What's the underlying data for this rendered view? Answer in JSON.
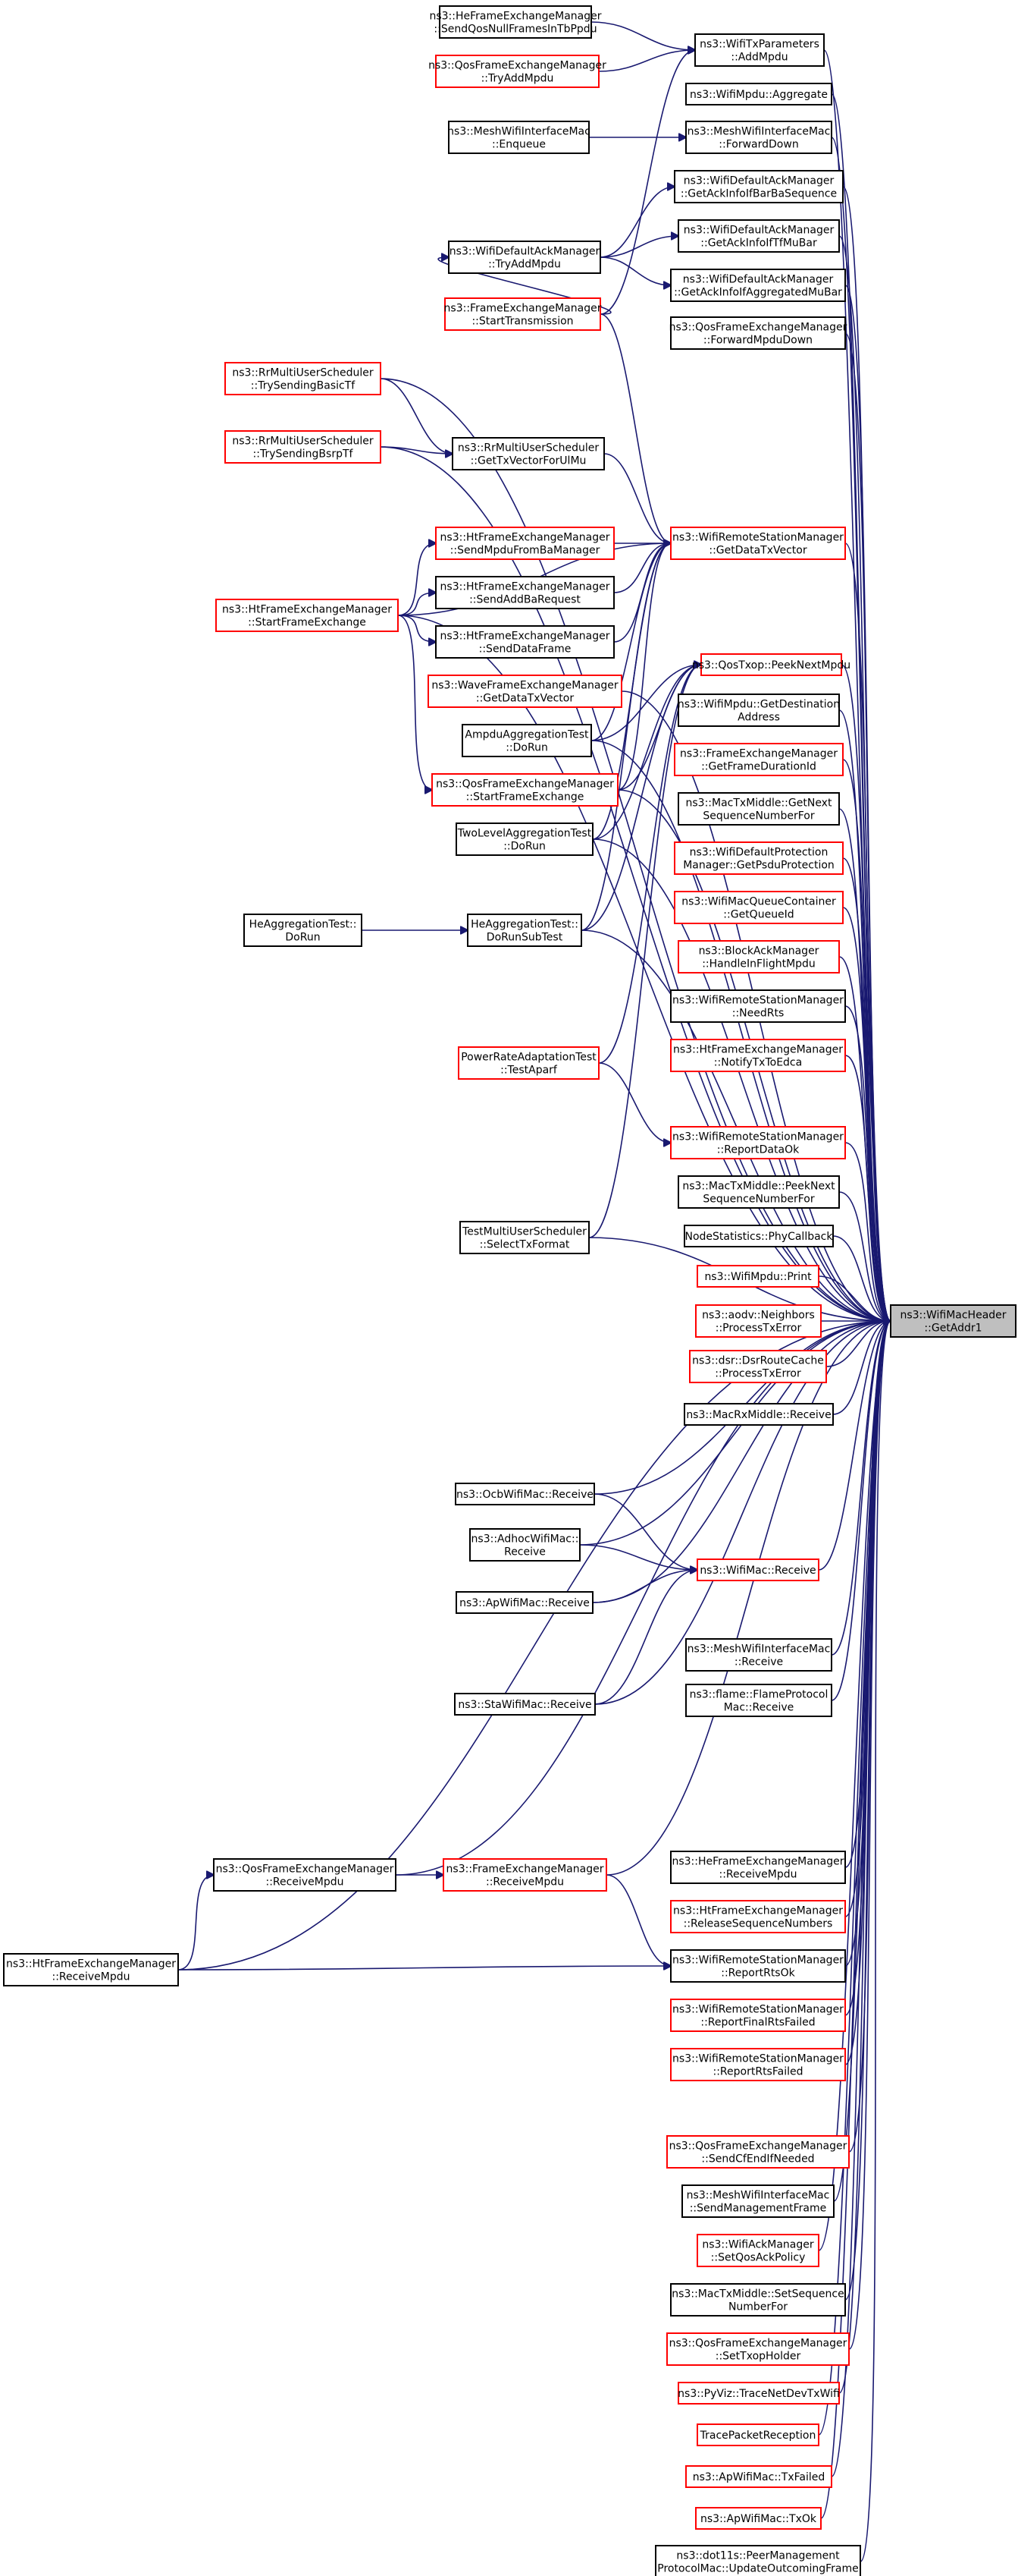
{
  "diagram": {
    "root": "ns3::WifiMacHeader::GetAddr1",
    "colors": {
      "edge": "#191970",
      "documented_border": "#000000",
      "undocumented_border": "#ff0000",
      "root_fill": "#bfbfbf"
    },
    "nodes": [
      {
        "id": "n1",
        "lines": [
          "ns3::HeFrameExchangeManager",
          "::SendQosNullFramesInTbPpdu"
        ],
        "border": "black"
      },
      {
        "id": "n2",
        "lines": [
          "ns3::WifiTxParameters",
          "::AddMpdu"
        ],
        "border": "black"
      },
      {
        "id": "n3",
        "lines": [
          "ns3::QosFrameExchangeManager",
          "::TryAddMpdu"
        ],
        "border": "red"
      },
      {
        "id": "n4",
        "lines": [
          "ns3::WifiMpdu::Aggregate"
        ],
        "border": "black"
      },
      {
        "id": "n5",
        "lines": [
          "ns3::MeshWifiInterfaceMac",
          "::Enqueue"
        ],
        "border": "black"
      },
      {
        "id": "n6",
        "lines": [
          "ns3::MeshWifiInterfaceMac",
          "::ForwardDown"
        ],
        "border": "black"
      },
      {
        "id": "n7",
        "lines": [
          "ns3::WifiDefaultAckManager",
          "::GetAckInfoIfBarBaSequence"
        ],
        "border": "black"
      },
      {
        "id": "n8",
        "lines": [
          "ns3::WifiDefaultAckManager",
          "::TryAddMpdu"
        ],
        "border": "black"
      },
      {
        "id": "n9",
        "lines": [
          "ns3::WifiDefaultAckManager",
          "::GetAckInfoIfTfMuBar"
        ],
        "border": "black"
      },
      {
        "id": "n10",
        "lines": [
          "ns3::WifiDefaultAckManager",
          "::GetAckInfoIfAggregatedMuBar"
        ],
        "border": "black"
      },
      {
        "id": "n11",
        "lines": [
          "ns3::FrameExchangeManager",
          "::StartTransmission"
        ],
        "border": "red"
      },
      {
        "id": "n12",
        "lines": [
          "ns3::QosFrameExchangeManager",
          "::ForwardMpduDown"
        ],
        "border": "black"
      },
      {
        "id": "n13",
        "lines": [
          "ns3::RrMultiUserScheduler",
          "::TrySendingBasicTf"
        ],
        "border": "red"
      },
      {
        "id": "n14",
        "lines": [
          "ns3::RrMultiUserScheduler",
          "::TrySendingBsrpTf"
        ],
        "border": "red"
      },
      {
        "id": "n15",
        "lines": [
          "ns3::RrMultiUserScheduler",
          "::GetTxVectorForUlMu"
        ],
        "border": "black"
      },
      {
        "id": "n16",
        "lines": [
          "ns3::HtFrameExchangeManager",
          "::SendMpduFromBaManager"
        ],
        "border": "red"
      },
      {
        "id": "n17",
        "lines": [
          "ns3::WifiRemoteStationManager",
          "::GetDataTxVector"
        ],
        "border": "red"
      },
      {
        "id": "n18",
        "lines": [
          "ns3::HtFrameExchangeManager",
          "::SendAddBaRequest"
        ],
        "border": "black"
      },
      {
        "id": "n19",
        "lines": [
          "ns3::HtFrameExchangeManager",
          "::StartFrameExchange"
        ],
        "border": "red"
      },
      {
        "id": "n20",
        "lines": [
          "ns3::HtFrameExchangeManager",
          "::SendDataFrame"
        ],
        "border": "black"
      },
      {
        "id": "n21",
        "lines": [
          "ns3::QosTxop::PeekNextMpdu"
        ],
        "border": "red"
      },
      {
        "id": "n22",
        "lines": [
          "ns3::WaveFrameExchangeManager",
          "::GetDataTxVector"
        ],
        "border": "red"
      },
      {
        "id": "n23",
        "lines": [
          "ns3::WifiMpdu::GetDestination",
          "Address"
        ],
        "border": "black"
      },
      {
        "id": "n24",
        "lines": [
          "AmpduAggregationTest",
          "::DoRun"
        ],
        "border": "black"
      },
      {
        "id": "n25",
        "lines": [
          "ns3::FrameExchangeManager",
          "::GetFrameDurationId"
        ],
        "border": "red"
      },
      {
        "id": "n26",
        "lines": [
          "ns3::QosFrameExchangeManager",
          "::StartFrameExchange"
        ],
        "border": "red"
      },
      {
        "id": "n27",
        "lines": [
          "ns3::MacTxMiddle::GetNext",
          "SequenceNumberFor"
        ],
        "border": "black"
      },
      {
        "id": "n28",
        "lines": [
          "TwoLevelAggregationTest",
          "::DoRun"
        ],
        "border": "black"
      },
      {
        "id": "n29",
        "lines": [
          "ns3::WifiDefaultProtection",
          "Manager::GetPsduProtection"
        ],
        "border": "red"
      },
      {
        "id": "n30",
        "lines": [
          "ns3::WifiMacQueueContainer",
          "::GetQueueId"
        ],
        "border": "red"
      },
      {
        "id": "n31",
        "lines": [
          "HeAggregationTest::",
          "DoRun"
        ],
        "border": "black"
      },
      {
        "id": "n32",
        "lines": [
          "HeAggregationTest::",
          "DoRunSubTest"
        ],
        "border": "black"
      },
      {
        "id": "n33",
        "lines": [
          "ns3::BlockAckManager",
          "::HandleInFlightMpdu"
        ],
        "border": "red"
      },
      {
        "id": "n34",
        "lines": [
          "ns3::WifiRemoteStationManager",
          "::NeedRts"
        ],
        "border": "black"
      },
      {
        "id": "n35",
        "lines": [
          "PowerRateAdaptationTest",
          "::TestAparf"
        ],
        "border": "red"
      },
      {
        "id": "n36",
        "lines": [
          "ns3::HtFrameExchangeManager",
          "::NotifyTxToEdca"
        ],
        "border": "red"
      },
      {
        "id": "n37",
        "lines": [
          "ns3::WifiRemoteStationManager",
          "::ReportDataOk"
        ],
        "border": "red"
      },
      {
        "id": "n38",
        "lines": [
          "ns3::MacTxMiddle::PeekNext",
          "SequenceNumberFor"
        ],
        "border": "black"
      },
      {
        "id": "n39",
        "lines": [
          "TestMultiUserScheduler",
          "::SelectTxFormat"
        ],
        "border": "black"
      },
      {
        "id": "n40",
        "lines": [
          "NodeStatistics::PhyCallback"
        ],
        "border": "black"
      },
      {
        "id": "n41",
        "lines": [
          "ns3::WifiMpdu::Print"
        ],
        "border": "red"
      },
      {
        "id": "n42",
        "lines": [
          "ns3::WifiMacHeader",
          "::GetAddr1"
        ],
        "border": "root"
      },
      {
        "id": "n43",
        "lines": [
          "ns3::aodv::Neighbors",
          "::ProcessTxError"
        ],
        "border": "red"
      },
      {
        "id": "n44",
        "lines": [
          "ns3::dsr::DsrRouteCache",
          "::ProcessTxError"
        ],
        "border": "red"
      },
      {
        "id": "n45",
        "lines": [
          "ns3::MacRxMiddle::Receive"
        ],
        "border": "black"
      },
      {
        "id": "n46",
        "lines": [
          "ns3::OcbWifiMac::Receive"
        ],
        "border": "black"
      },
      {
        "id": "n47",
        "lines": [
          "ns3::AdhocWifiMac::",
          "Receive"
        ],
        "border": "black"
      },
      {
        "id": "n48",
        "lines": [
          "ns3::WifiMac::Receive"
        ],
        "border": "red"
      },
      {
        "id": "n49",
        "lines": [
          "ns3::ApWifiMac::Receive"
        ],
        "border": "black"
      },
      {
        "id": "n50",
        "lines": [
          "ns3::MeshWifiInterfaceMac",
          "::Receive"
        ],
        "border": "black"
      },
      {
        "id": "n51",
        "lines": [
          "ns3::flame::FlameProtocol",
          "Mac::Receive"
        ],
        "border": "black"
      },
      {
        "id": "n52",
        "lines": [
          "ns3::StaWifiMac::Receive"
        ],
        "border": "black"
      },
      {
        "id": "n53",
        "lines": [
          "ns3::QosFrameExchangeManager",
          "::ReceiveMpdu"
        ],
        "border": "black"
      },
      {
        "id": "n54",
        "lines": [
          "ns3::FrameExchangeManager",
          "::ReceiveMpdu"
        ],
        "border": "red"
      },
      {
        "id": "n55",
        "lines": [
          "ns3::HeFrameExchangeManager",
          "::ReceiveMpdu"
        ],
        "border": "black"
      },
      {
        "id": "n56",
        "lines": [
          "ns3::HtFrameExchangeManager",
          "::ReleaseSequenceNumbers"
        ],
        "border": "red"
      },
      {
        "id": "n57",
        "lines": [
          "ns3::HtFrameExchangeManager",
          "::ReceiveMpdu"
        ],
        "border": "black"
      },
      {
        "id": "n58",
        "lines": [
          "ns3::WifiRemoteStationManager",
          "::ReportRtsOk"
        ],
        "border": "black"
      },
      {
        "id": "n59",
        "lines": [
          "ns3::WifiRemoteStationManager",
          "::ReportFinalRtsFailed"
        ],
        "border": "red"
      },
      {
        "id": "n60",
        "lines": [
          "ns3::WifiRemoteStationManager",
          "::ReportRtsFailed"
        ],
        "border": "red"
      },
      {
        "id": "n61",
        "lines": [
          "ns3::QosFrameExchangeManager",
          "::SendCfEndIfNeeded"
        ],
        "border": "red"
      },
      {
        "id": "n62",
        "lines": [
          "ns3::MeshWifiInterfaceMac",
          "::SendManagementFrame"
        ],
        "border": "black"
      },
      {
        "id": "n63",
        "lines": [
          "ns3::WifiAckManager",
          "::SetQosAckPolicy"
        ],
        "border": "red"
      },
      {
        "id": "n64",
        "lines": [
          "ns3::MacTxMiddle::SetSequence",
          "NumberFor"
        ],
        "border": "black"
      },
      {
        "id": "n65",
        "lines": [
          "ns3::QosFrameExchangeManager",
          "::SetTxopHolder"
        ],
        "border": "red"
      },
      {
        "id": "n66",
        "lines": [
          "ns3::PyViz::TraceNetDevTxWifi"
        ],
        "border": "red"
      },
      {
        "id": "n67",
        "lines": [
          "TracePacketReception"
        ],
        "border": "red"
      },
      {
        "id": "n68",
        "lines": [
          "ns3::ApWifiMac::TxFailed"
        ],
        "border": "red"
      },
      {
        "id": "n69",
        "lines": [
          "ns3::ApWifiMac::TxOk"
        ],
        "border": "red"
      },
      {
        "id": "n70",
        "lines": [
          "ns3::dot11s::PeerManagement",
          "ProtocolMac::UpdateOutcomingFrame"
        ],
        "border": "black"
      }
    ],
    "edges": [
      [
        "n1",
        "n2"
      ],
      [
        "n3",
        "n2"
      ],
      [
        "n2",
        "n42"
      ],
      [
        "n4",
        "n42"
      ],
      [
        "n5",
        "n6"
      ],
      [
        "n6",
        "n42"
      ],
      [
        "n8",
        "n7"
      ],
      [
        "n8",
        "n9"
      ],
      [
        "n8",
        "n10"
      ],
      [
        "n7",
        "n42"
      ],
      [
        "n9",
        "n42"
      ],
      [
        "n10",
        "n42"
      ],
      [
        "n11",
        "n2"
      ],
      [
        "n11",
        "n8"
      ],
      [
        "n11",
        "n17"
      ],
      [
        "n12",
        "n42"
      ],
      [
        "n13",
        "n15"
      ],
      [
        "n13",
        "n42"
      ],
      [
        "n14",
        "n15"
      ],
      [
        "n14",
        "n42"
      ],
      [
        "n15",
        "n17"
      ],
      [
        "n16",
        "n17"
      ],
      [
        "n17",
        "n42"
      ],
      [
        "n18",
        "n17"
      ],
      [
        "n19",
        "n16"
      ],
      [
        "n19",
        "n18"
      ],
      [
        "n19",
        "n20"
      ],
      [
        "n19",
        "n17"
      ],
      [
        "n19",
        "n26"
      ],
      [
        "n19",
        "n42"
      ],
      [
        "n20",
        "n17"
      ],
      [
        "n21",
        "n42"
      ],
      [
        "n22",
        "n42"
      ],
      [
        "n23",
        "n42"
      ],
      [
        "n24",
        "n17"
      ],
      [
        "n24",
        "n21"
      ],
      [
        "n24",
        "n42"
      ],
      [
        "n25",
        "n42"
      ],
      [
        "n26",
        "n17"
      ],
      [
        "n26",
        "n21"
      ],
      [
        "n26",
        "n42"
      ],
      [
        "n27",
        "n42"
      ],
      [
        "n28",
        "n17"
      ],
      [
        "n28",
        "n21"
      ],
      [
        "n28",
        "n42"
      ],
      [
        "n29",
        "n42"
      ],
      [
        "n30",
        "n42"
      ],
      [
        "n31",
        "n32"
      ],
      [
        "n32",
        "n17"
      ],
      [
        "n32",
        "n21"
      ],
      [
        "n32",
        "n42"
      ],
      [
        "n33",
        "n42"
      ],
      [
        "n34",
        "n42"
      ],
      [
        "n35",
        "n21"
      ],
      [
        "n35",
        "n37"
      ],
      [
        "n36",
        "n42"
      ],
      [
        "n37",
        "n42"
      ],
      [
        "n38",
        "n42"
      ],
      [
        "n39",
        "n21"
      ],
      [
        "n39",
        "n42"
      ],
      [
        "n40",
        "n42"
      ],
      [
        "n41",
        "n42"
      ],
      [
        "n43",
        "n42"
      ],
      [
        "n44",
        "n42"
      ],
      [
        "n45",
        "n42"
      ],
      [
        "n46",
        "n48"
      ],
      [
        "n46",
        "n42"
      ],
      [
        "n47",
        "n48"
      ],
      [
        "n47",
        "n42"
      ],
      [
        "n48",
        "n42"
      ],
      [
        "n49",
        "n48"
      ],
      [
        "n49",
        "n42"
      ],
      [
        "n50",
        "n42"
      ],
      [
        "n51",
        "n42"
      ],
      [
        "n52",
        "n48"
      ],
      [
        "n52",
        "n42"
      ],
      [
        "n53",
        "n54"
      ],
      [
        "n53",
        "n42"
      ],
      [
        "n54",
        "n58"
      ],
      [
        "n54",
        "n42"
      ],
      [
        "n55",
        "n42"
      ],
      [
        "n56",
        "n42"
      ],
      [
        "n57",
        "n53"
      ],
      [
        "n57",
        "n58"
      ],
      [
        "n57",
        "n42"
      ],
      [
        "n58",
        "n42"
      ],
      [
        "n59",
        "n42"
      ],
      [
        "n60",
        "n42"
      ],
      [
        "n61",
        "n42"
      ],
      [
        "n62",
        "n42"
      ],
      [
        "n63",
        "n42"
      ],
      [
        "n64",
        "n42"
      ],
      [
        "n65",
        "n42"
      ],
      [
        "n66",
        "n42"
      ],
      [
        "n67",
        "n42"
      ],
      [
        "n68",
        "n42"
      ],
      [
        "n69",
        "n42"
      ],
      [
        "n70",
        "n42"
      ]
    ]
  }
}
